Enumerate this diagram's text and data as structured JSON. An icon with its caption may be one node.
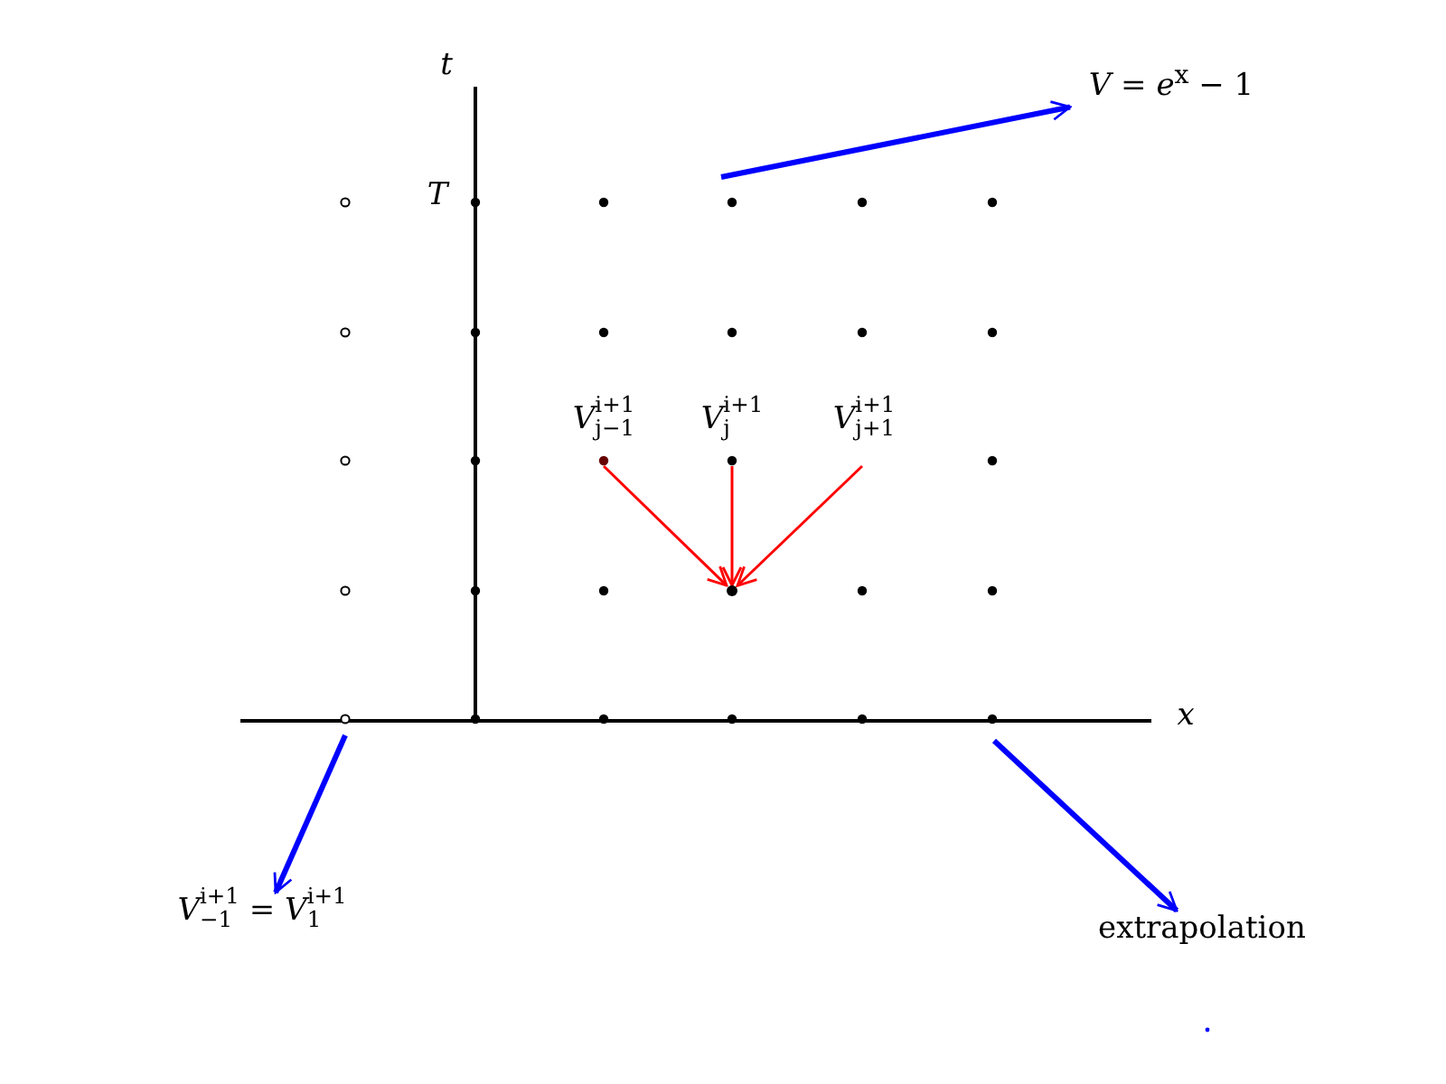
{
  "diagram": {
    "nodes": [
      {
        "text": [
          "*V*$_{j−1}$$^{i+1}$"
        ]
      },
      {
        "text": [
          "*V*$_{j}$$^{i+1}$"
        ]
      },
      {
        "text": [
          "*V*$_{j+1}$$^{i+1}$"
        ]
      },
      {
        "text": [],
        "shape": "circle"
      },
      {
        "text": [
          "*V* = *e*$^{x}$ − 1"
        ]
      },
      {
        "text": [
          "*V*$_{−1}$$^{i+1}$ = *V*$_{1}$$^{i+1}$"
        ]
      },
      {
        "text": [
          "extrapolation"
        ]
      }
    ],
    "edges": [
      {
        "from": 0,
        "to": 3,
        "arrow": "to"
      },
      {
        "from": 1,
        "to": 3,
        "arrow": "to"
      },
      {
        "from": 2,
        "to": 3,
        "arrow": "to"
      },
      {
        "from": null,
        "to": 4,
        "arrow": "to",
        "style": "thick",
        "color": "#0000ff"
      },
      {
        "from": null,
        "to": 5,
        "arrow": "to",
        "style": "thick",
        "color": "#0000ff"
      },
      {
        "from": null,
        "to": 6,
        "arrow": "to",
        "style": "thick",
        "color": "#0000ff"
      }
    ],
    "labels": [
      "*t*",
      "*T*",
      "*x*"
    ]
  }
}
